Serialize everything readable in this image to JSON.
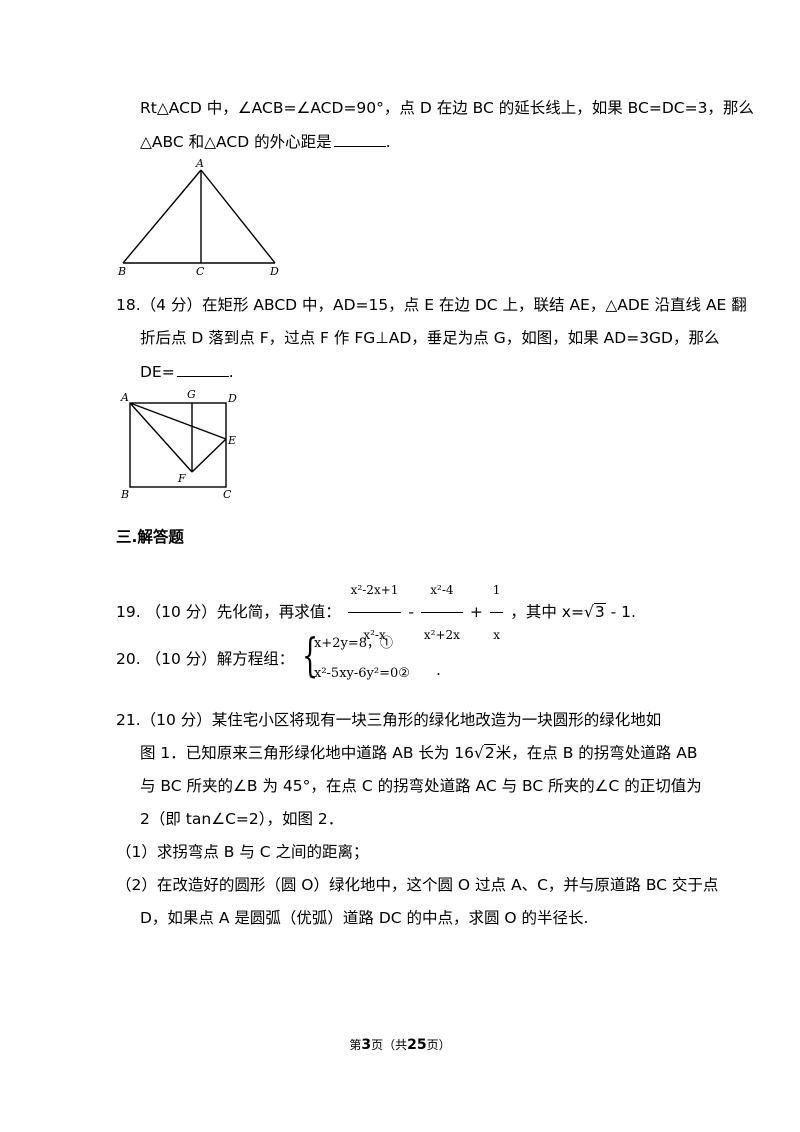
{
  "q17": {
    "line1": "Rt△ACD 中，∠ACB=∠ACD=90°，点 D 在边 BC 的延长线上，如果 BC=DC=3，那么",
    "line2": "△ABC 和△ACD 的外心距是",
    "line2_end": ".",
    "figure_labels": {
      "a": "A",
      "b": "B",
      "c": "C",
      "d": "D"
    }
  },
  "q18": {
    "line1": "18.（4 分）在矩形 ABCD 中，AD=15，点 E 在边 DC 上，联结 AE，△ADE 沿直线 AE 翻",
    "line2": "折后点 D 落到点 F，过点 F 作 FG⊥AD，垂足为点 G，如图，如果 AD=3GD，那么",
    "line3": "DE=",
    "line3_end": ".",
    "figure_labels": {
      "a": "A",
      "g": "G",
      "d": "D",
      "e": "E",
      "b": "B",
      "f": "F",
      "c": "C"
    }
  },
  "section3": {
    "title": "三.解答题"
  },
  "q19": {
    "prefix": "19.  （10 分）先化简，再求值：",
    "f1_num": "x²-2x+1",
    "f1_den": "x²-x",
    "minus": "-",
    "f2_num": "x²-4",
    "f2_den": "x²+2x",
    "plus": "+",
    "f3_num": "1",
    "f3_den": "x",
    "suffix_a": "，其中 x=",
    "sqrt_arg": "3",
    "suffix_b": " - 1."
  },
  "q20": {
    "prefix": "20.  （10 分）解方程组：",
    "eq1": "x+2y=8，①",
    "eq2": "x²-5xy-6y²=0②",
    "end": "."
  },
  "q21": {
    "line1": "21.（10 分）某住宅小区将现有一块三角形的绿化地改造为一块圆形的绿化地如",
    "line2a": "图 1．已知原来三角形绿化地中道路 AB 长为 16",
    "line2_sqrt": "2",
    "line2b": "米，在点 B 的拐弯处道路 AB",
    "line3": "与 BC 所夹的∠B 为 45°，在点 C 的拐弯处道路 AC 与 BC 所夹的∠C 的正切值为",
    "line4": "2（即 tan∠C=2），如图 2．",
    "part1": "（1）求拐弯点 B 与 C 之间的距离；",
    "part2_line1": "（2）在改造好的圆形（圆 O）绿化地中，这个圆 O 过点 A、C，并与原道路 BC 交于点",
    "part2_line2": "D，如果点 A 是圆弧（优弧）道路 DC 的中点，求圆 O 的半径长."
  },
  "footer": {
    "prefix": "第",
    "page": "3",
    "mid": "页（共",
    "total": "25",
    "suffix": "页）"
  }
}
